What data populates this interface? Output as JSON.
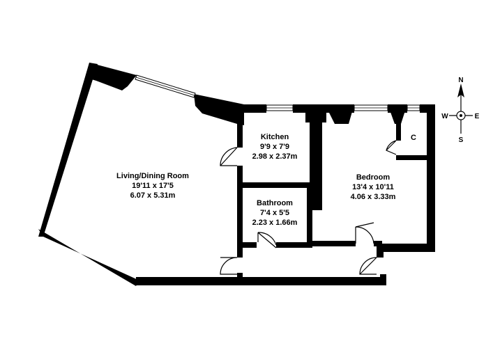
{
  "rooms": {
    "living": {
      "name": "Living/Dining Room",
      "imperial": "19'11 x 17'5",
      "metric": "6.07 x 5.31m"
    },
    "kitchen": {
      "name": "Kitchen",
      "imperial": "9'9 x 7'9",
      "metric": "2.98 x 2.37m"
    },
    "bathroom": {
      "name": "Bathroom",
      "imperial": "7'4 x 5'5",
      "metric": "2.23 x 1.66m"
    },
    "bedroom": {
      "name": "Bedroom",
      "imperial": "13'4 x 10'11",
      "metric": "4.06 x 3.33m"
    },
    "cupboard": {
      "name": "C"
    }
  },
  "compass": {
    "north": "N",
    "south": "S",
    "east": "E",
    "west": "W"
  },
  "colors": {
    "wall": "#000000",
    "background": "#ffffff"
  }
}
